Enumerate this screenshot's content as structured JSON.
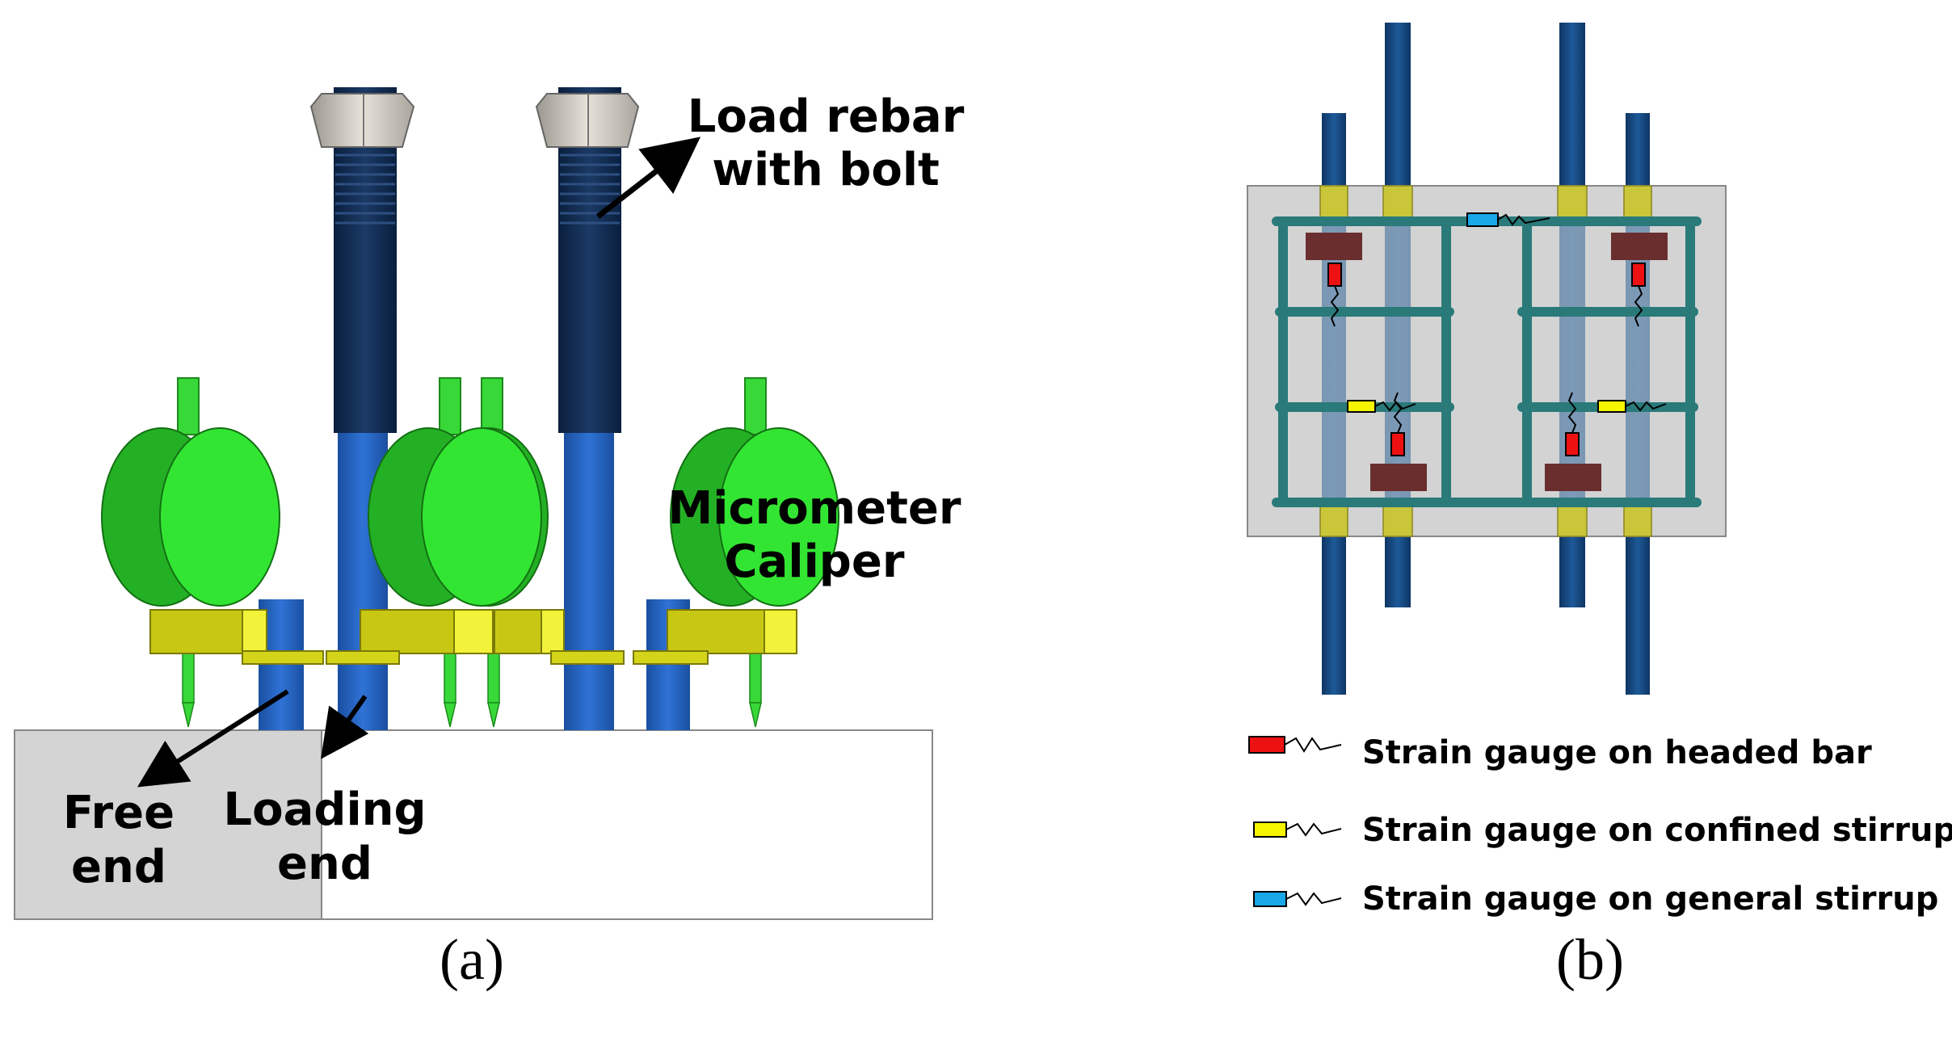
{
  "panel_a": {
    "caption": "(a)",
    "labels": {
      "load_rebar_line1": "Load rebar",
      "load_rebar_line2": "with bolt",
      "micrometer_line1": "Micrometer",
      "micrometer_line2": "Caliper",
      "free_end_line1": "Free",
      "free_end_line2": "end",
      "loading_end_line1": "Loading",
      "loading_end_line2": "end"
    }
  },
  "panel_b": {
    "caption": "(b)",
    "legend": [
      {
        "label": "Strain gauge on headed bar",
        "color": "#ee1111"
      },
      {
        "label": "Strain gauge on confined stirrup",
        "color": "#f5f500"
      },
      {
        "label": "Strain gauge on general stirrup",
        "color": "#18a8e8"
      }
    ]
  },
  "colors": {
    "rebar_dark": "#0e2a52",
    "rebar_blue": "#1f5fbf",
    "caliper_green": "#2ee02e",
    "bracket_yellow": "#c8c814",
    "specimen_gray": "#d4d4d4",
    "stirrup_teal": "#2a7a7a",
    "bar_navy": "#16457a",
    "head_brown": "#6a2e2e"
  }
}
